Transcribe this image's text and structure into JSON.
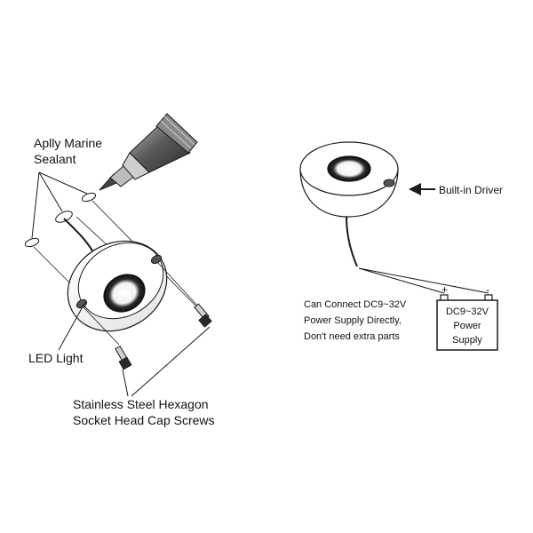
{
  "labels": {
    "sealant_line1": "Aplly Marine",
    "sealant_line2": "Sealant",
    "led_light": "LED Light",
    "screws_line1": "Stainless Steel Hexagon",
    "screws_line2": "Socket Head Cap Screws",
    "built_in_driver": "Built-in Driver",
    "connect_line1": "Can Connect DC9~32V",
    "connect_line2": "Power Supply Directly,",
    "connect_line3": "Don't need extra parts",
    "power_line1": "DC9~32V",
    "power_line2": "Power",
    "power_line3": "Supply",
    "plus_terminal": "+",
    "minus_terminal": "-"
  },
  "colors": {
    "line": "#1a1a1a",
    "tube_dark": "#3a3a3a",
    "tube_light": "#9a9a9a",
    "led_lens": "#222222",
    "background": "#ffffff"
  },
  "icons": {
    "sealant_tube": "sealant-tube-icon",
    "led_fixture": "led-light-icon",
    "screw": "cap-screw-icon",
    "power_supply": "battery-icon",
    "arrow": "arrow-left-icon"
  }
}
